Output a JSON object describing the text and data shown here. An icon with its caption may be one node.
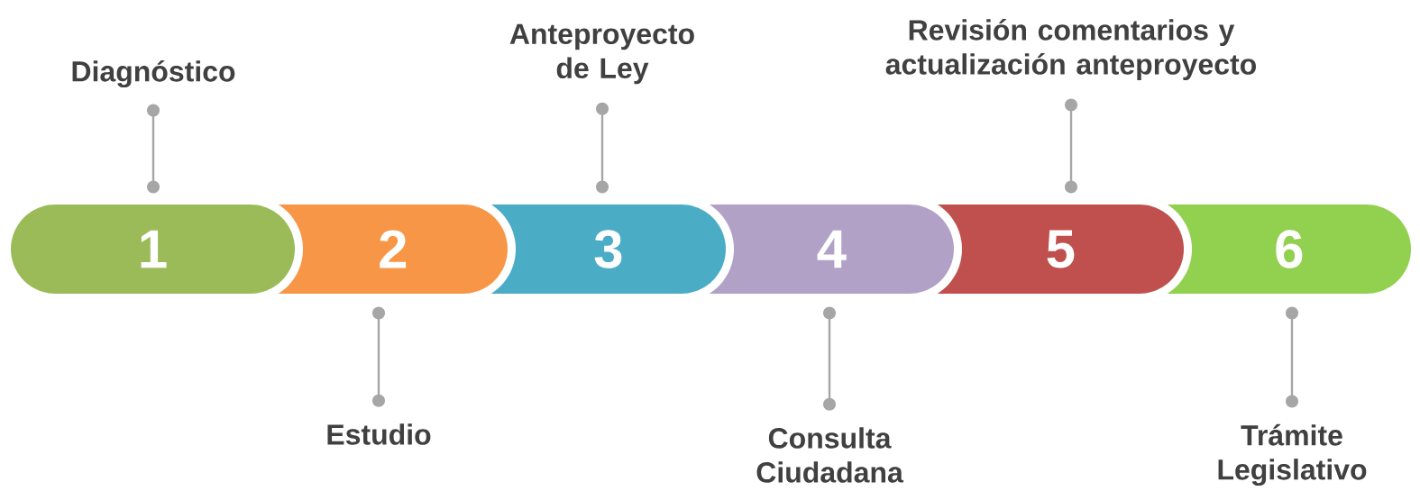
{
  "diagram": {
    "nodes": [
      {
        "text": [
          "1"
        ]
      },
      {
        "text": [
          "2"
        ]
      },
      {
        "text": [
          "3"
        ]
      },
      {
        "text": [
          "4"
        ]
      },
      {
        "text": [
          "5"
        ]
      },
      {
        "text": [
          "6"
        ]
      },
      {
        "text": [
          "Diagnóstico"
        ]
      },
      {
        "text": [
          "Estudio"
        ]
      },
      {
        "text": [
          "Anteproyecto de Ley"
        ]
      },
      {
        "text": [
          "Consulta Ciudadana"
        ]
      },
      {
        "text": [
          "Revisión comentarios y actualización anteproyecto"
        ]
      },
      {
        "text": [
          "Trámite Legislativo"
        ]
      }
    ],
    "edges": [
      {
        "from": 6,
        "to": 0,
        "arrow": "other"
      },
      {
        "from": 7,
        "to": 1,
        "arrow": "other"
      },
      {
        "from": 8,
        "to": 2,
        "arrow": "other"
      },
      {
        "from": 9,
        "to": 3,
        "arrow": "other"
      },
      {
        "from": 10,
        "to": 4,
        "arrow": "other"
      },
      {
        "from": 11,
        "to": 5,
        "arrow": "other"
      }
    ]
  }
}
